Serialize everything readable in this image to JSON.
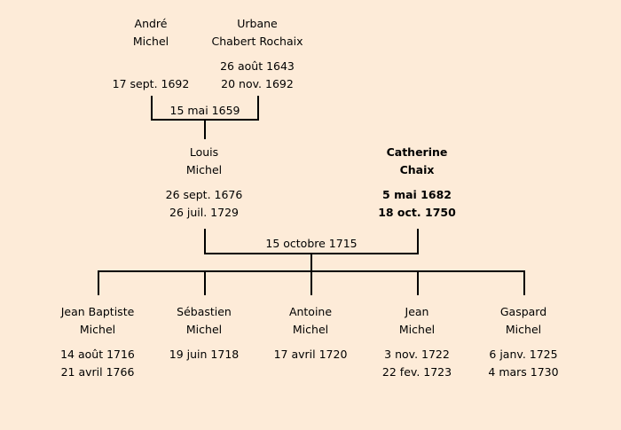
{
  "grandparents": [
    {
      "first": "André",
      "last": "Michel",
      "birth": "",
      "death": "17 sept. 1692"
    },
    {
      "first": "Urbane",
      "last": "Chabert Rochaix",
      "birth": "26 août 1643",
      "death": "20 nov. 1692"
    }
  ],
  "grandparents_marriage": "15 mai 1659",
  "parents": [
    {
      "first": "Louis",
      "last": "Michel",
      "birth": "26 sept. 1676",
      "death": "26 juil. 1729"
    },
    {
      "first": "Catherine",
      "last": "Chaix",
      "birth": "5 mai 1682",
      "death": "18 oct. 1750"
    }
  ],
  "parents_marriage": "15 octobre 1715",
  "children": [
    {
      "first": "Jean Baptiste",
      "last": "Michel",
      "birth": "14 août 1716",
      "death": "21 avril 1766"
    },
    {
      "first": "Sébastien",
      "last": "Michel",
      "birth": "19 juin 1718",
      "death": ""
    },
    {
      "first": "Antoine",
      "last": "Michel",
      "birth": "17 avril 1720",
      "death": ""
    },
    {
      "first": "Jean",
      "last": "Michel",
      "birth": "3 nov. 1722",
      "death": "22 fev. 1723"
    },
    {
      "first": "Gaspard",
      "last": "Michel",
      "birth": "6 janv. 1725",
      "death": "4 mars 1730"
    }
  ]
}
